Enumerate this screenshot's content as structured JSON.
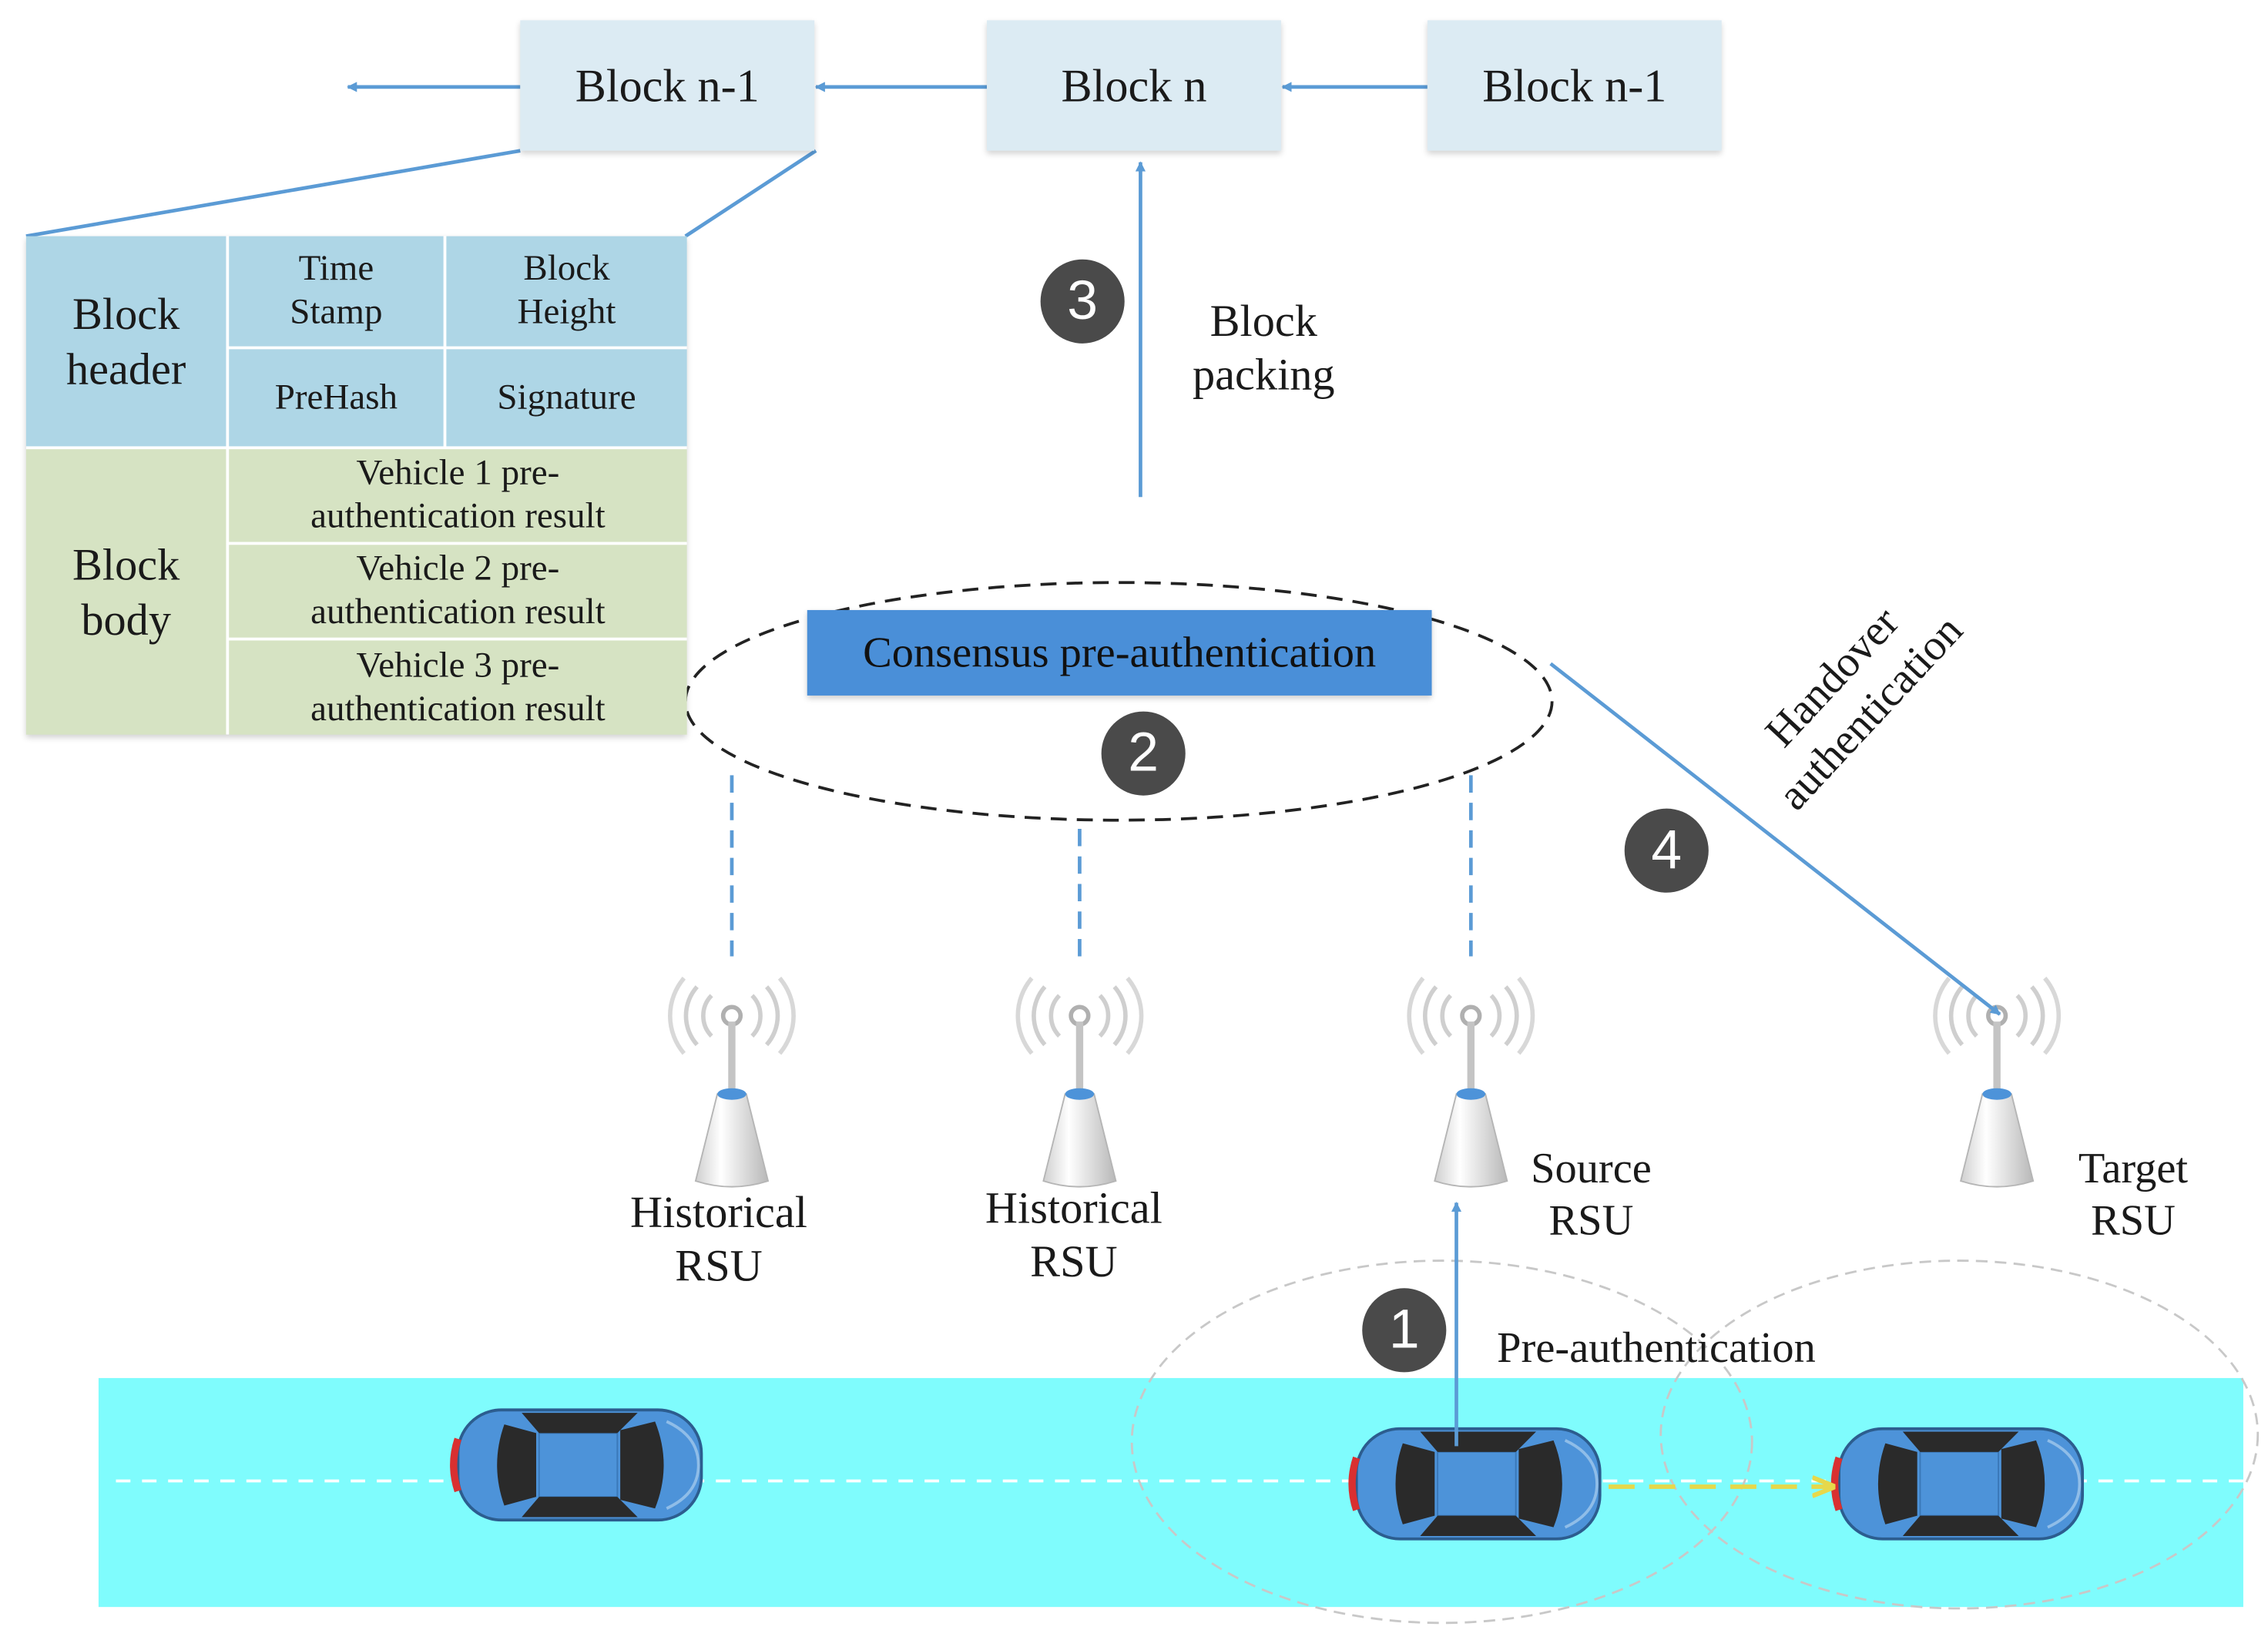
{
  "chain": {
    "left_block": "Block n-1",
    "center_block": "Block n",
    "right_block": "Block n-1"
  },
  "block_structure": {
    "header_label": "Block header",
    "body_label": "Block body",
    "time_stamp": "Time Stamp",
    "block_height": "Block Height",
    "prehash": "PreHash",
    "signature": "Signature",
    "results": [
      "Vehicle 1 pre-authentication result",
      "Vehicle 2 pre-authentication result",
      "Vehicle 3 pre-authentication result"
    ]
  },
  "steps": {
    "step1": "1",
    "step2": "2",
    "step3": "3",
    "step4": "4",
    "block_packing": "Block packing",
    "consensus": "Consensus pre-authentication",
    "handover": "Handover authentication",
    "pre_auth": "Pre-authentication"
  },
  "rsus": {
    "historical_1": "Historical RSU",
    "historical_2": "Historical RSU",
    "source": "Source RSU",
    "target": "Target RSU"
  },
  "colors": {
    "arrow": "#5b9bd5",
    "block_fill": "#dcebf3",
    "header_fill": "#aed6e6",
    "body_fill": "#d6e3c3",
    "consensus_fill": "#4a8fd8",
    "road": "#7ffcfd",
    "car_body": "#4d93d9",
    "badge": "#4a4a4a",
    "move_arrow": "#e6d84a"
  },
  "icons": [
    "arrow-left-icon",
    "rsu-antenna-icon",
    "car-icon"
  ]
}
